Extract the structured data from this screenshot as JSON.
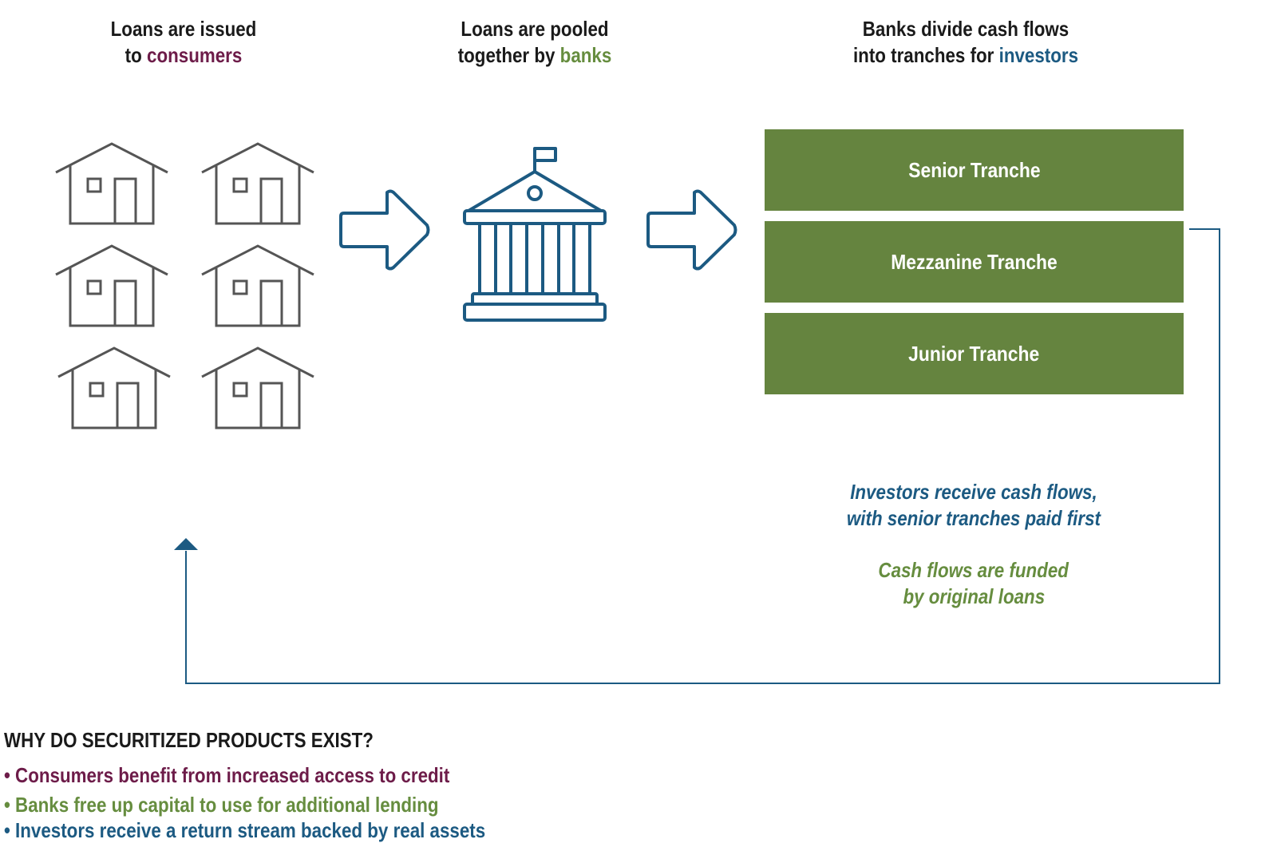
{
  "headers": {
    "consumers": {
      "line1": "Loans are issued",
      "pre": "to ",
      "highlight": "consumers"
    },
    "banks": {
      "line1": "Loans are pooled",
      "pre": "together by ",
      "highlight": "banks"
    },
    "investors": {
      "line1": "Banks divide cash flows",
      "pre": "into tranches for ",
      "highlight": "investors"
    }
  },
  "tranches": [
    "Senior Tranche",
    "Mezzanine Tranche",
    "Junior Tranche"
  ],
  "notes": {
    "investors_line1": "Investors receive cash flows,",
    "investors_line2": "with senior tranches paid first",
    "funding_line1": "Cash flows are funded",
    "funding_line2": "by original loans"
  },
  "why": {
    "title": "WHY DO SECURITIZED PRODUCTS EXIST?",
    "bullets": [
      "• Consumers benefit from increased access to credit",
      "• Banks free up capital to use for additional lending",
      "• Investors receive a return stream backed by real assets"
    ]
  },
  "colors": {
    "consumer": "#6d1c49",
    "bank": "#668d3f",
    "investor": "#1c5a82",
    "tranche_fill": "#65843f",
    "house_stroke": "#555555"
  },
  "icons": [
    "house-icon",
    "bank-building-icon",
    "right-arrow-icon",
    "up-arrow-icon"
  ]
}
